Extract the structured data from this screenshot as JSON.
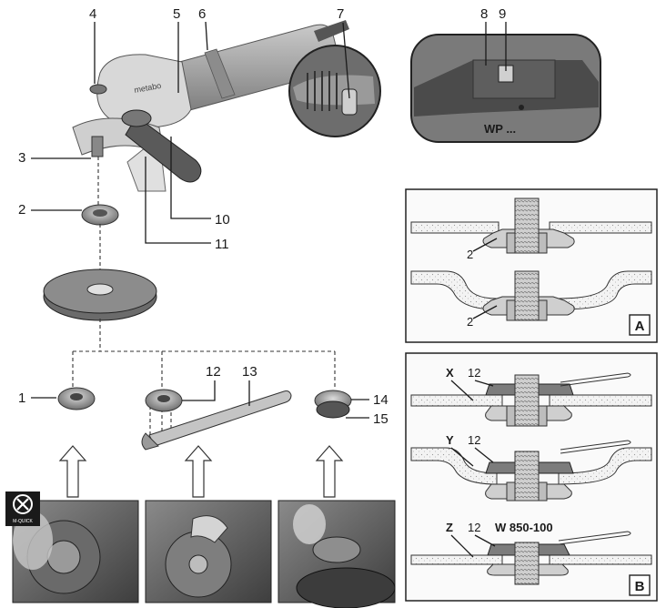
{
  "figure": {
    "callouts": {
      "n1": "1",
      "n2": "2",
      "n3": "3",
      "n4": "4",
      "n5": "5",
      "n6": "6",
      "n7": "7",
      "n8": "8",
      "n9": "9",
      "n10": "10",
      "n11": "11",
      "n12": "12",
      "n13": "13",
      "n14": "14",
      "n15": "15"
    },
    "wp_caption": "WP ...",
    "brand": "metabo",
    "panel_a": {
      "label": "A",
      "part_top": "2",
      "part_bottom": "2"
    },
    "panel_b": {
      "label": "B",
      "x_label": "X",
      "x_part": "12",
      "y_label": "Y",
      "y_part": "12",
      "z_label": "Z",
      "z_part": "12",
      "z_model": "W 850-100"
    },
    "warning_badge_text": "M-QUICK"
  },
  "colors": {
    "line": "#1a1a1a",
    "panel_bg": "#f2f2f2",
    "disc_stipple": "#e6e6e6",
    "photo_dark": "#5a5a5a",
    "tool_body": "#9a9a9a"
  }
}
